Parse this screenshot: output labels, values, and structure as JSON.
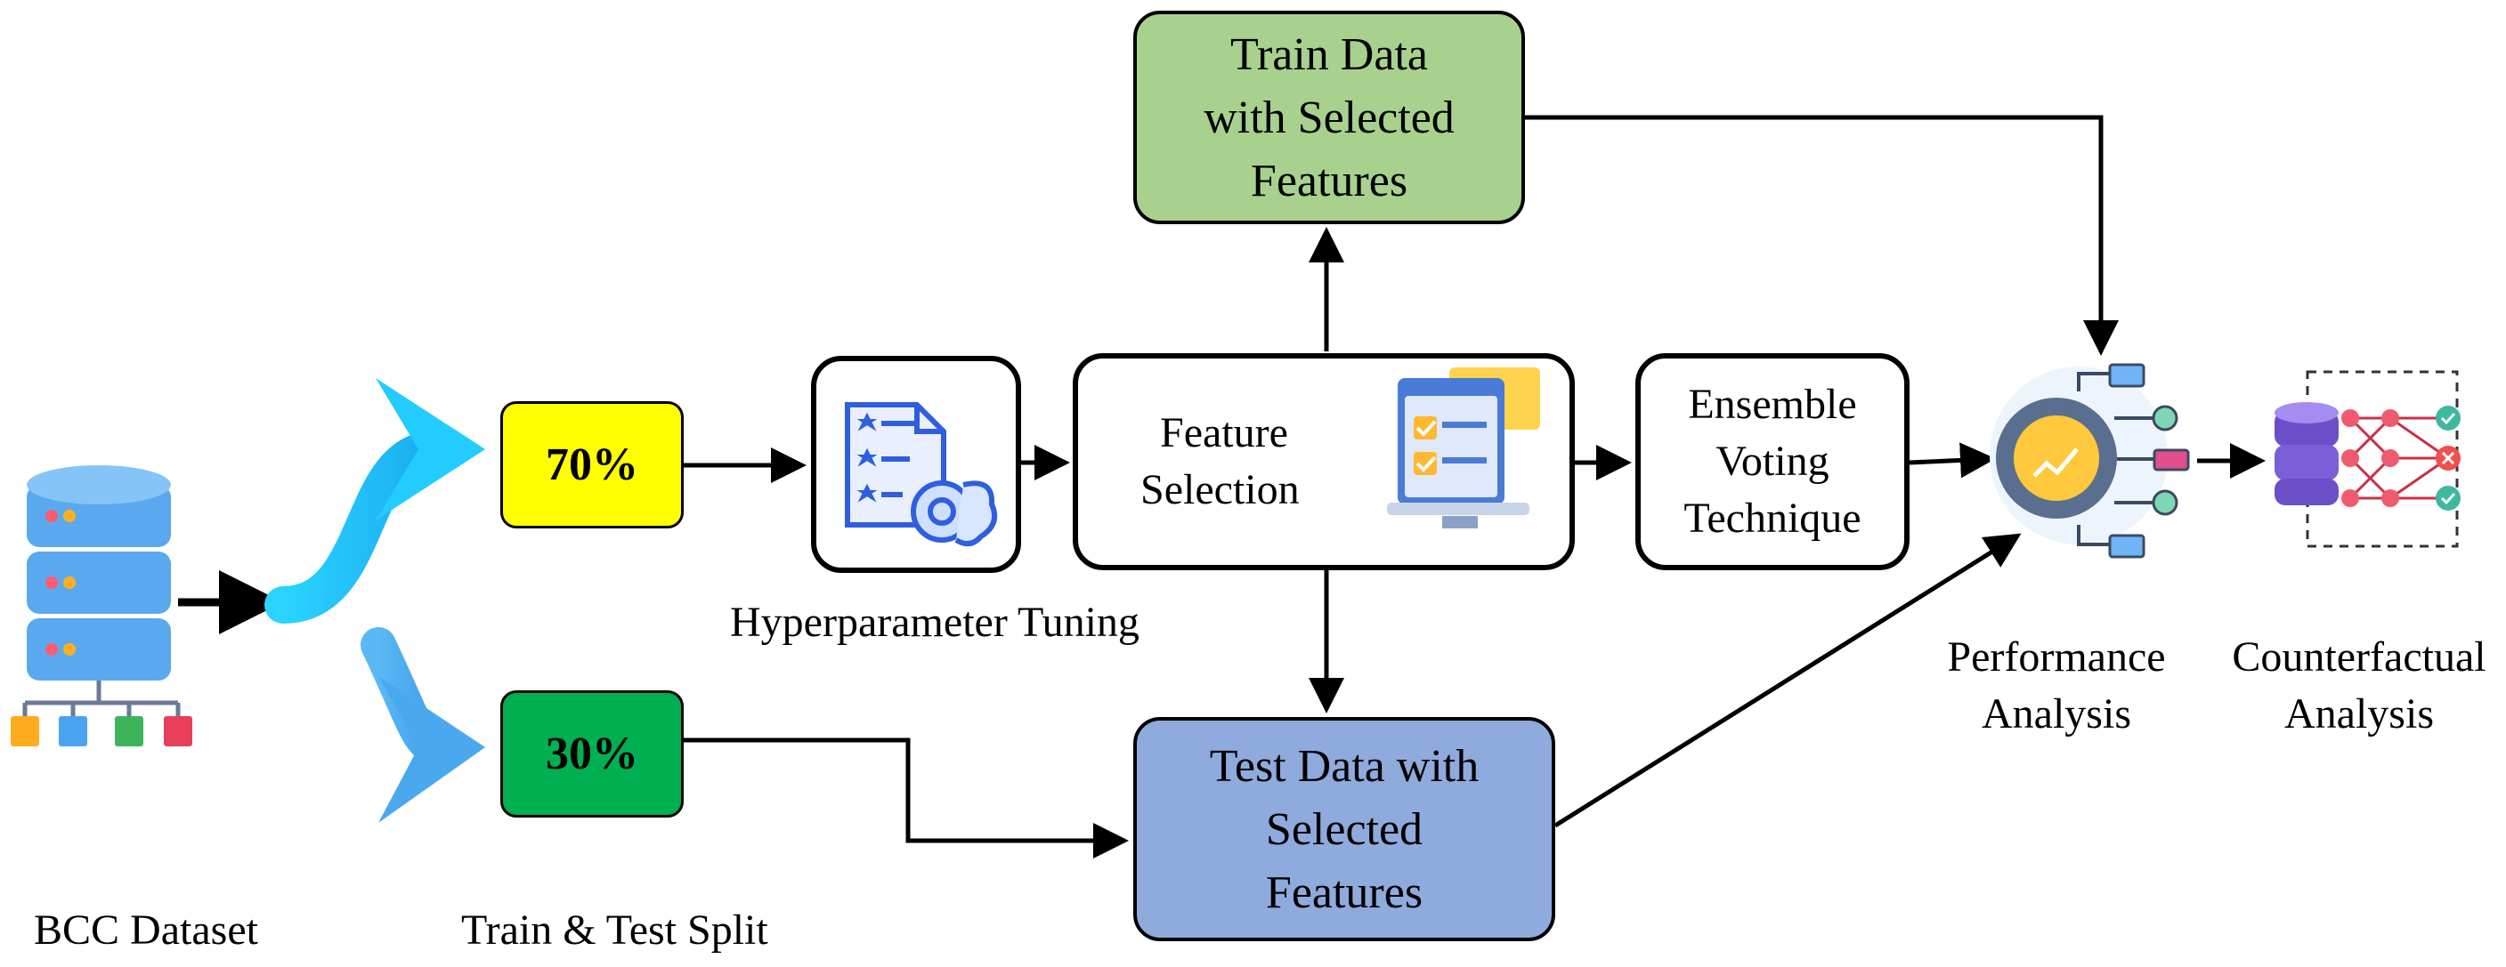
{
  "boxes": {
    "train_data": [
      "Train Data",
      "with Selected",
      "Features"
    ],
    "test_data": [
      "Test Data with",
      "Selected",
      "Features"
    ],
    "split_70": "70%",
    "split_30": "30%",
    "feature_selection": [
      "Feature",
      "Selection"
    ],
    "ensemble": [
      "Ensemble",
      "Voting",
      "Technique"
    ]
  },
  "labels": {
    "dataset": "BCC Dataset",
    "split": "Train & Test Split",
    "tuning": "Hyperparameter Tuning",
    "performance": [
      "Performance",
      "Analysis"
    ],
    "counterfactual": [
      "Counterfactual",
      "Analysis"
    ]
  },
  "icons": {
    "dataset": "database-icon",
    "tuning": "checklist-brain-icon",
    "features": "feature-checklist-icon",
    "performance": "gear-analytics-icon",
    "counterfactual": "neural-network-icon"
  },
  "colors": {
    "train_box": "#a9d18e",
    "test_box": "#8faadc",
    "split_70": "#ffff00",
    "split_30": "#00b050",
    "arrow": "#000000",
    "split_arrows": "#33ccff"
  }
}
